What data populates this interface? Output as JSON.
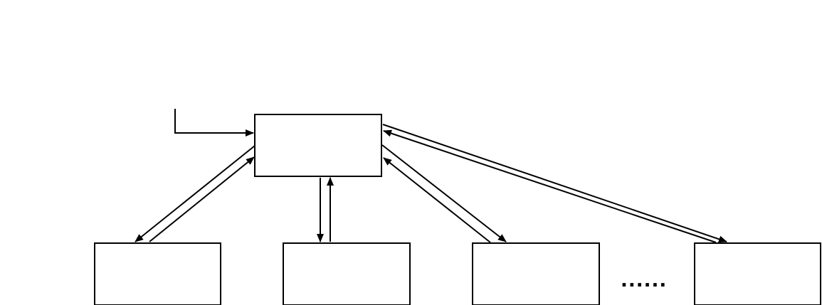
{
  "diagram": {
    "ellipsis": "......",
    "nodes": [
      {
        "id": "center"
      },
      {
        "id": "child-1"
      },
      {
        "id": "child-2"
      },
      {
        "id": "child-3"
      },
      {
        "id": "child-n"
      }
    ],
    "edges": [
      {
        "from": "external-input",
        "to": "center"
      },
      {
        "from": "center",
        "to": "child-1"
      },
      {
        "from": "child-1",
        "to": "center"
      },
      {
        "from": "center",
        "to": "child-2"
      },
      {
        "from": "child-2",
        "to": "center"
      },
      {
        "from": "center",
        "to": "child-3"
      },
      {
        "from": "child-3",
        "to": "center"
      },
      {
        "from": "center",
        "to": "child-n"
      },
      {
        "from": "child-n",
        "to": "center"
      }
    ],
    "colors": {
      "stroke": "#000000",
      "fill": "#ffffff"
    }
  }
}
